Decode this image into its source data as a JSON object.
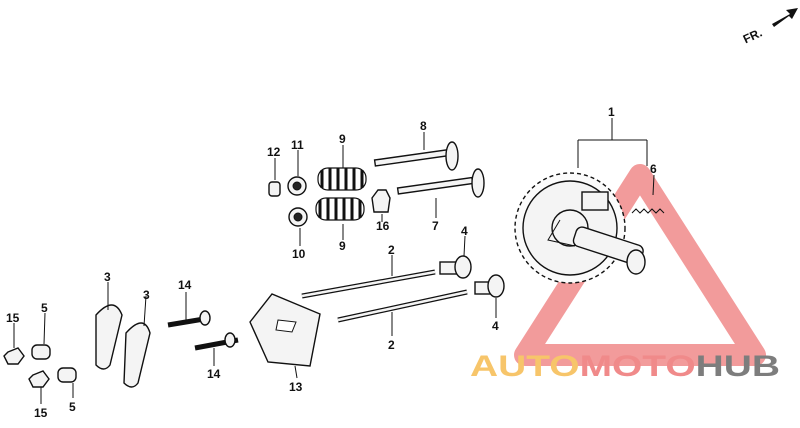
{
  "direction_marker": {
    "label": "FR."
  },
  "callouts": {
    "c1": "1",
    "c2a": "2",
    "c2b": "2",
    "c3a": "3",
    "c3b": "3",
    "c4a": "4",
    "c4b": "4",
    "c5a": "5",
    "c5b": "5",
    "c6": "6",
    "c7": "7",
    "c8": "8",
    "c9a": "9",
    "c9b": "9",
    "c10": "10",
    "c11": "11",
    "c12": "12",
    "c13": "13",
    "c14a": "14",
    "c14b": "14",
    "c15a": "15",
    "c15b": "15",
    "c16": "16"
  },
  "watermark": {
    "part1": "AUTO",
    "part2": "MOTO",
    "part3": "HUB",
    "color_orange": "#f7c56a",
    "color_red": "#f08a8a",
    "color_gray": "#7d7d7d"
  }
}
